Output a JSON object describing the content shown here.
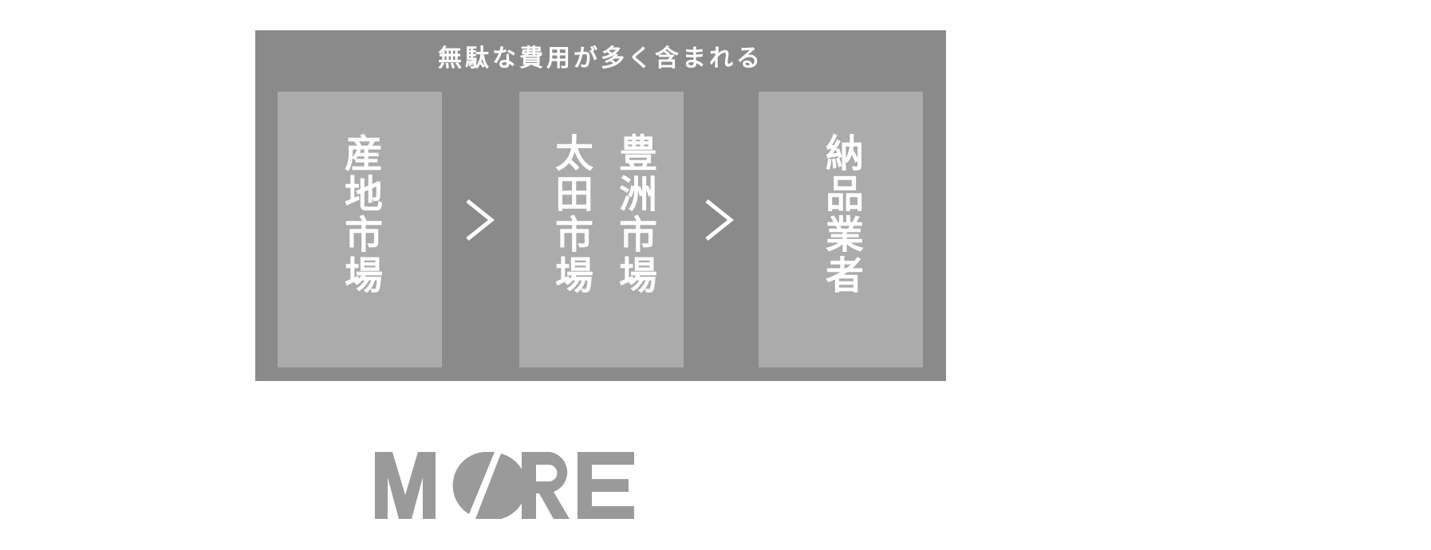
{
  "panel": {
    "title": "無駄な費用が多く含まれる",
    "background_color": "#8a8a8a",
    "box_color": "#ababab",
    "text_color": "#ffffff"
  },
  "boxes": [
    {
      "lines": [
        "産地市場"
      ]
    },
    {
      "lines": [
        "豊洲市場",
        "太田市場"
      ]
    },
    {
      "lines": [
        "納品業者"
      ]
    }
  ],
  "connectors": [
    {
      "icon": "chevron-right-icon"
    },
    {
      "icon": "chevron-right-icon"
    }
  ],
  "logo": {
    "text": "MORE",
    "color": "#9a9a9a"
  }
}
